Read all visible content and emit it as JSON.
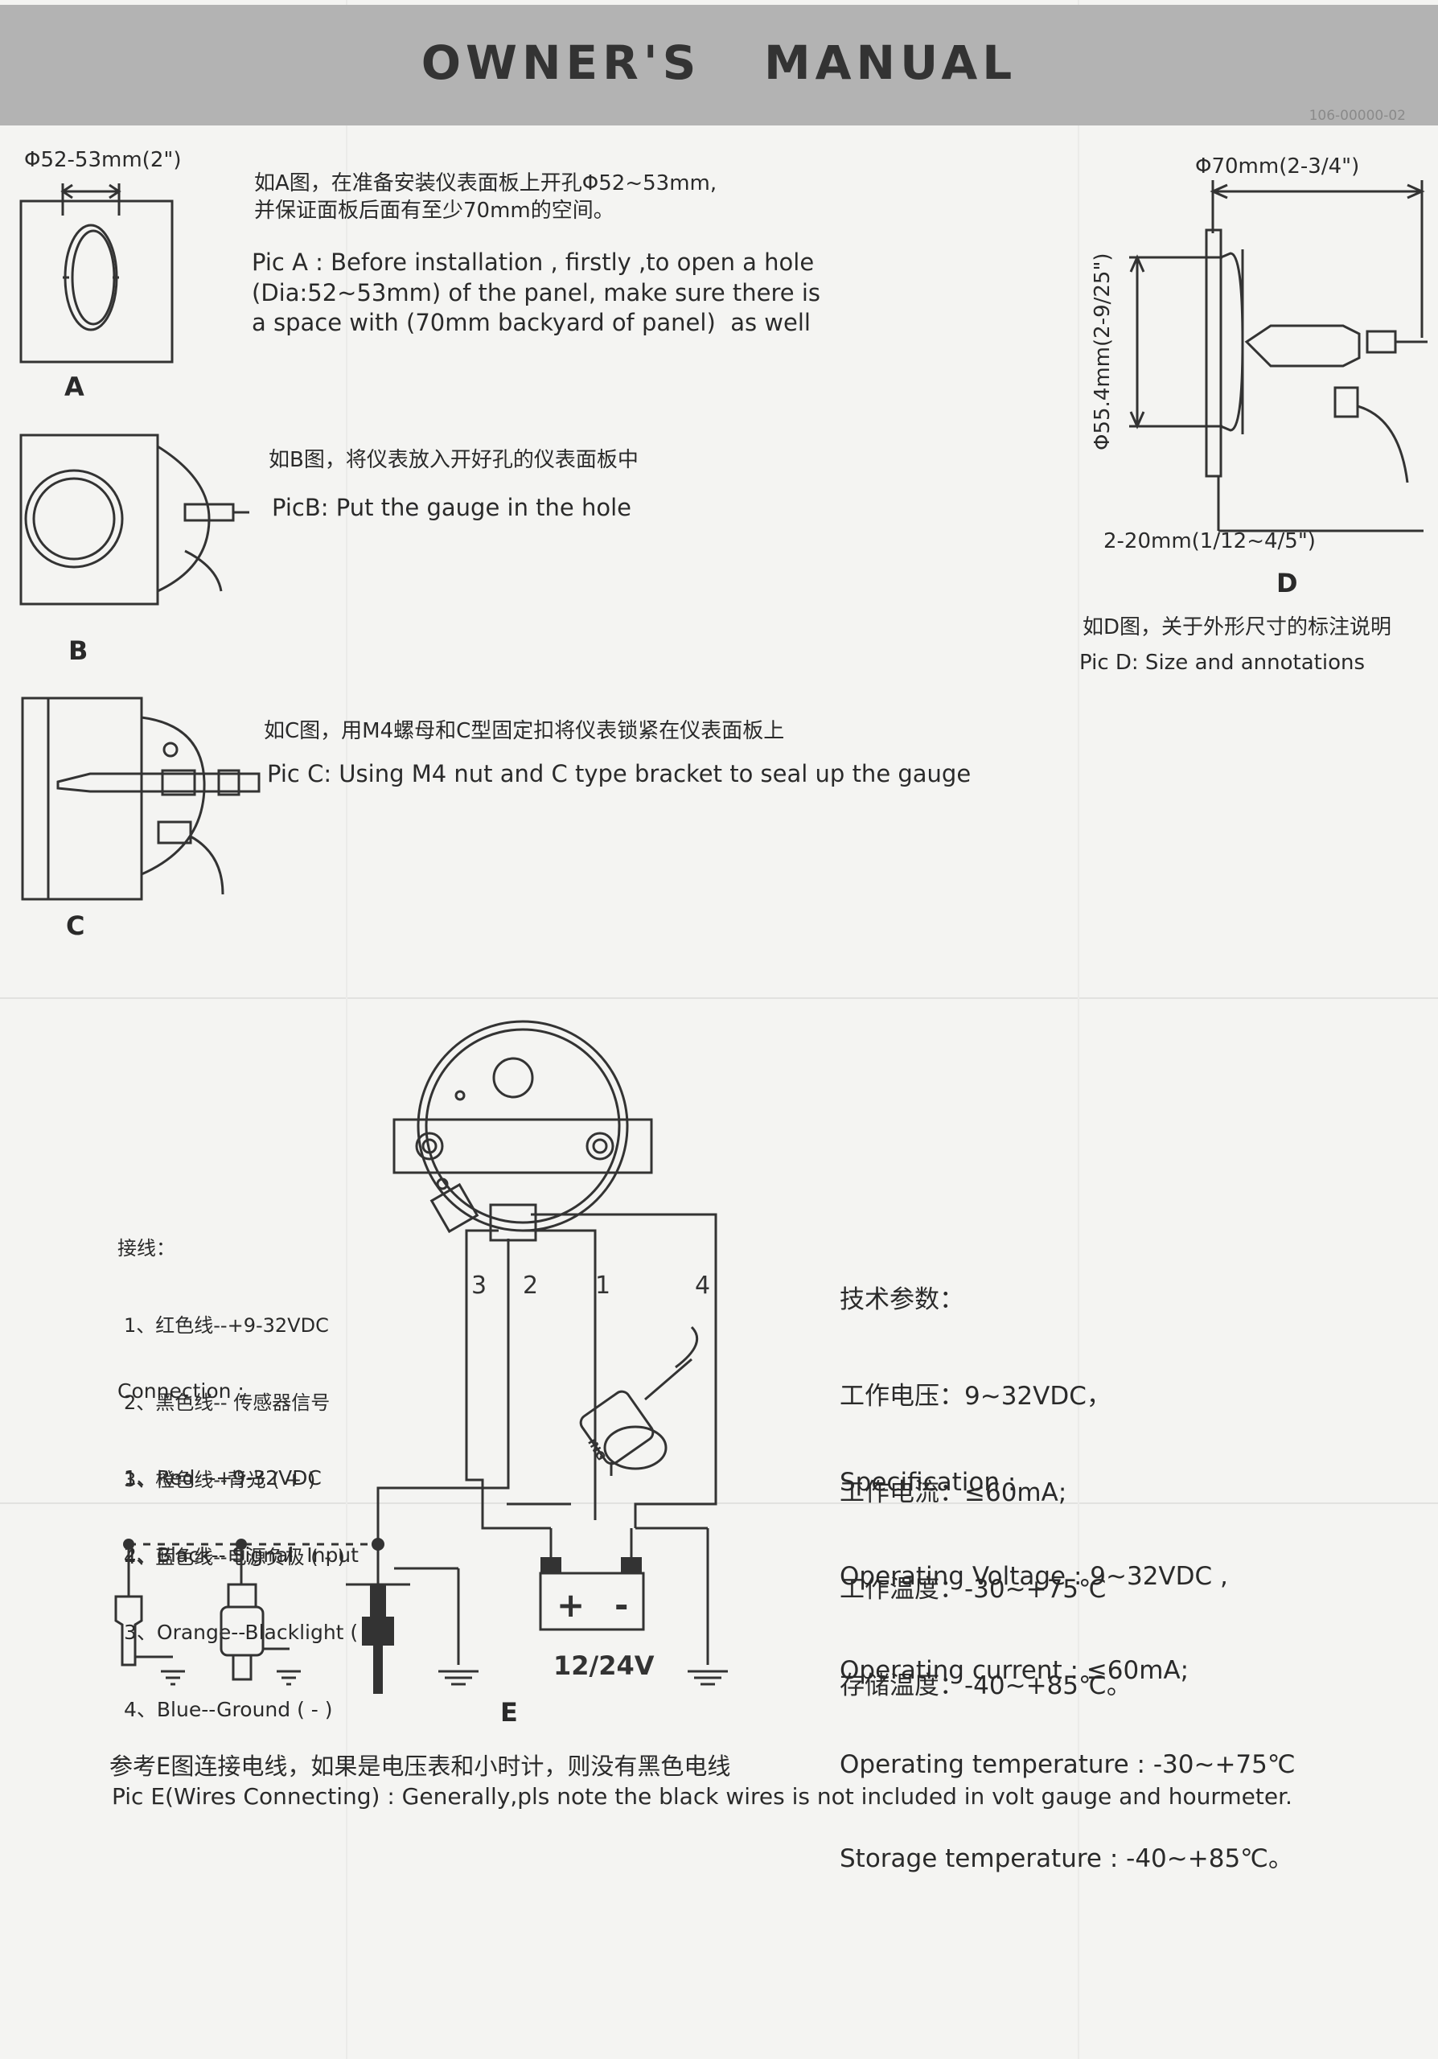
{
  "header": {
    "title": "OWNER'S   MANUAL",
    "doc_code": "106-00000-02"
  },
  "pic_a": {
    "dimension": "Φ52-53mm(2\")",
    "label": "A",
    "cn_lines": [
      "如A图，在准备安装仪表面板上开孔Φ52~53mm,",
      "并保证面板后面有至少70mm的空间。"
    ],
    "en_lines": [
      "Pic A : Before installation , firstly ,to open a hole",
      "(Dia:52~53mm) of the panel, make sure there is",
      "a space with (70mm backyard of panel)  as well"
    ]
  },
  "pic_b": {
    "label": "B",
    "cn": "如B图，将仪表放入开好孔的仪表面板中",
    "en": "PicB: Put the gauge in the hole"
  },
  "pic_c": {
    "label": "C",
    "cn": "如C图，用M4螺母和C型固定扣将仪表锁紧在仪表面板上",
    "en": "Pic C: Using M4 nut and C type bracket to seal up the gauge"
  },
  "pic_d": {
    "label": "D",
    "dim_width": "Φ70mm(2-3/4\")",
    "dim_height": "Φ55.4mm(2-9/25\")",
    "dim_panel": "2-20mm(1/12~4/5\")",
    "cn": "如D图，关于外形尺寸的标注说明",
    "en": "Pic D: Size and annotations"
  },
  "wiring_cn": {
    "title": "接线：",
    "items": [
      "1、红色线--+9-32VDC",
      "2、黑色线-- 传感器信号",
      "3、橙色线--背光 ( + )",
      "4、蓝色线--电源负极 ( - )"
    ]
  },
  "wiring_en": {
    "title": "Connection :",
    "items": [
      "1、Red --+9-32VDC",
      "2、Black-- Signal  Input",
      "3、Orange--Blacklight ( + )",
      "4、Blue--Ground ( - )"
    ]
  },
  "spec_cn": {
    "title": "技术参数：",
    "items": [
      "工作电压：9~32VDC，",
      "工作电流：≤60mA;",
      "工作温度：-30~+75℃",
      "存储温度：-40~+85℃。"
    ]
  },
  "spec_en": {
    "title": "Specification :",
    "items": [
      "Operating Voltage : 9~32VDC ,",
      "Operating current : ≤60mA;",
      "Operating temperature : -30~+75℃",
      "Storage temperature : -40~+85℃。"
    ]
  },
  "diagram_e": {
    "label": "E",
    "wire_numbers": [
      "3",
      "2",
      "1",
      "4"
    ],
    "battery_label": "12/24V",
    "battery_plus": "+",
    "battery_minus": "-",
    "switch_text": "ING"
  },
  "pic_e": {
    "cn": "参考E图连接电线，如果是电压表和小时计，则没有黑色电线",
    "en": "Pic E(Wires Connecting) : Generally,pls note the black wires is not included in volt gauge and hourmeter."
  }
}
